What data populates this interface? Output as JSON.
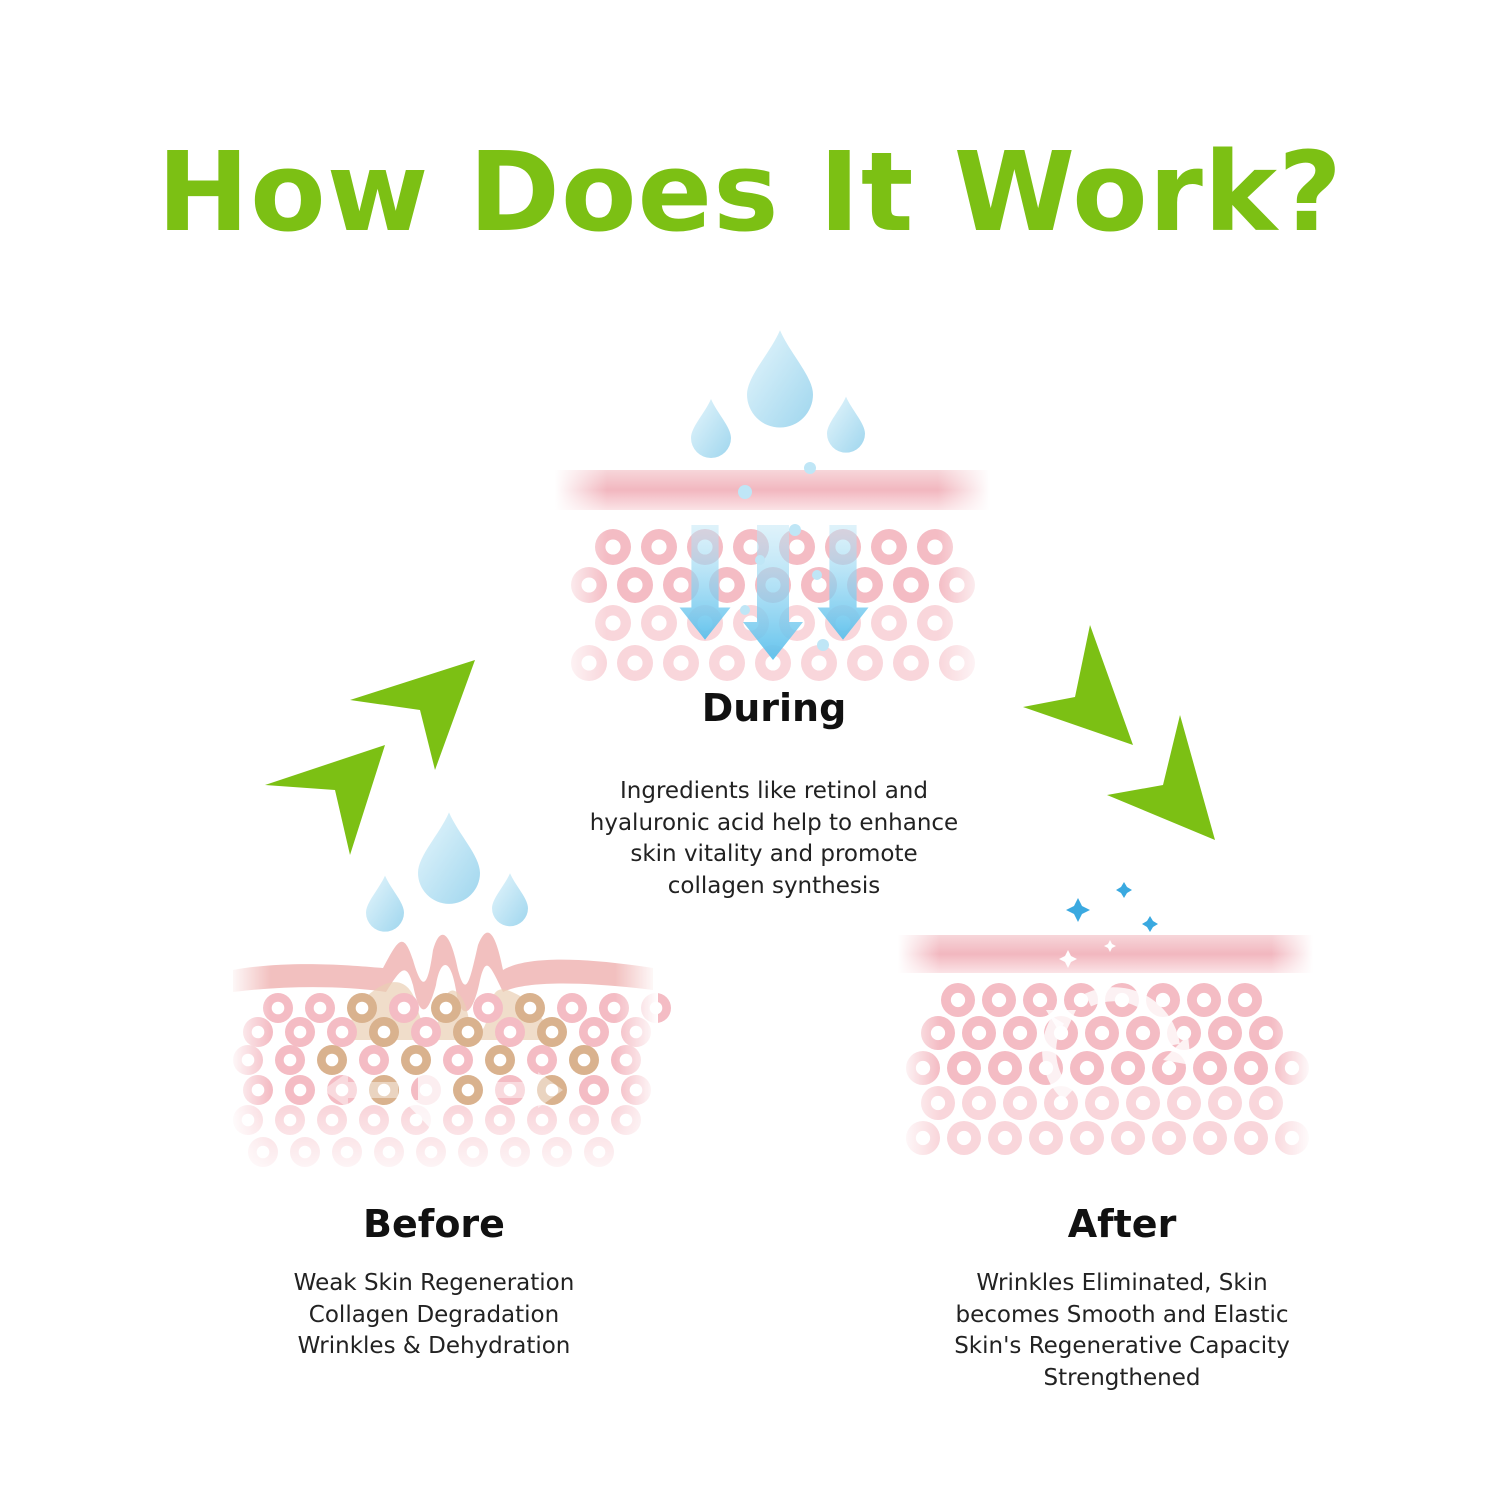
{
  "title": "How Does It Work?",
  "accent_color": "#7cc014",
  "skin_colors": {
    "cell": "#f4bcc4",
    "cell_light": "#f9d6db",
    "damaged_cell": "#d9b28e",
    "layer": "#f5c7cd",
    "drop": "#bfe3f2",
    "flow_arrow": "#8fd3f0",
    "sparkle": "#3aa9e0"
  },
  "stages": {
    "during": {
      "label": "During",
      "lines": [
        "Ingredients like retinol and",
        "hyaluronic acid help to enhance",
        "skin vitality and promote",
        "collagen synthesis"
      ],
      "icon": "skin-absorption-icon"
    },
    "before": {
      "label": "Before",
      "lines": [
        "Weak Skin Regeneration",
        "Collagen Degradation",
        "Wrinkles & Dehydration"
      ],
      "icon": "wrinkled-skin-icon"
    },
    "after": {
      "label": "After",
      "lines": [
        "Wrinkles Eliminated, Skin",
        "becomes Smooth and Elastic",
        "Skin's Regenerative Capacity",
        "Strengthened"
      ],
      "icon": "renewed-skin-icon"
    }
  },
  "flow_arrows": [
    "before-to-during-arrow-icon",
    "during-to-after-arrow-icon"
  ]
}
